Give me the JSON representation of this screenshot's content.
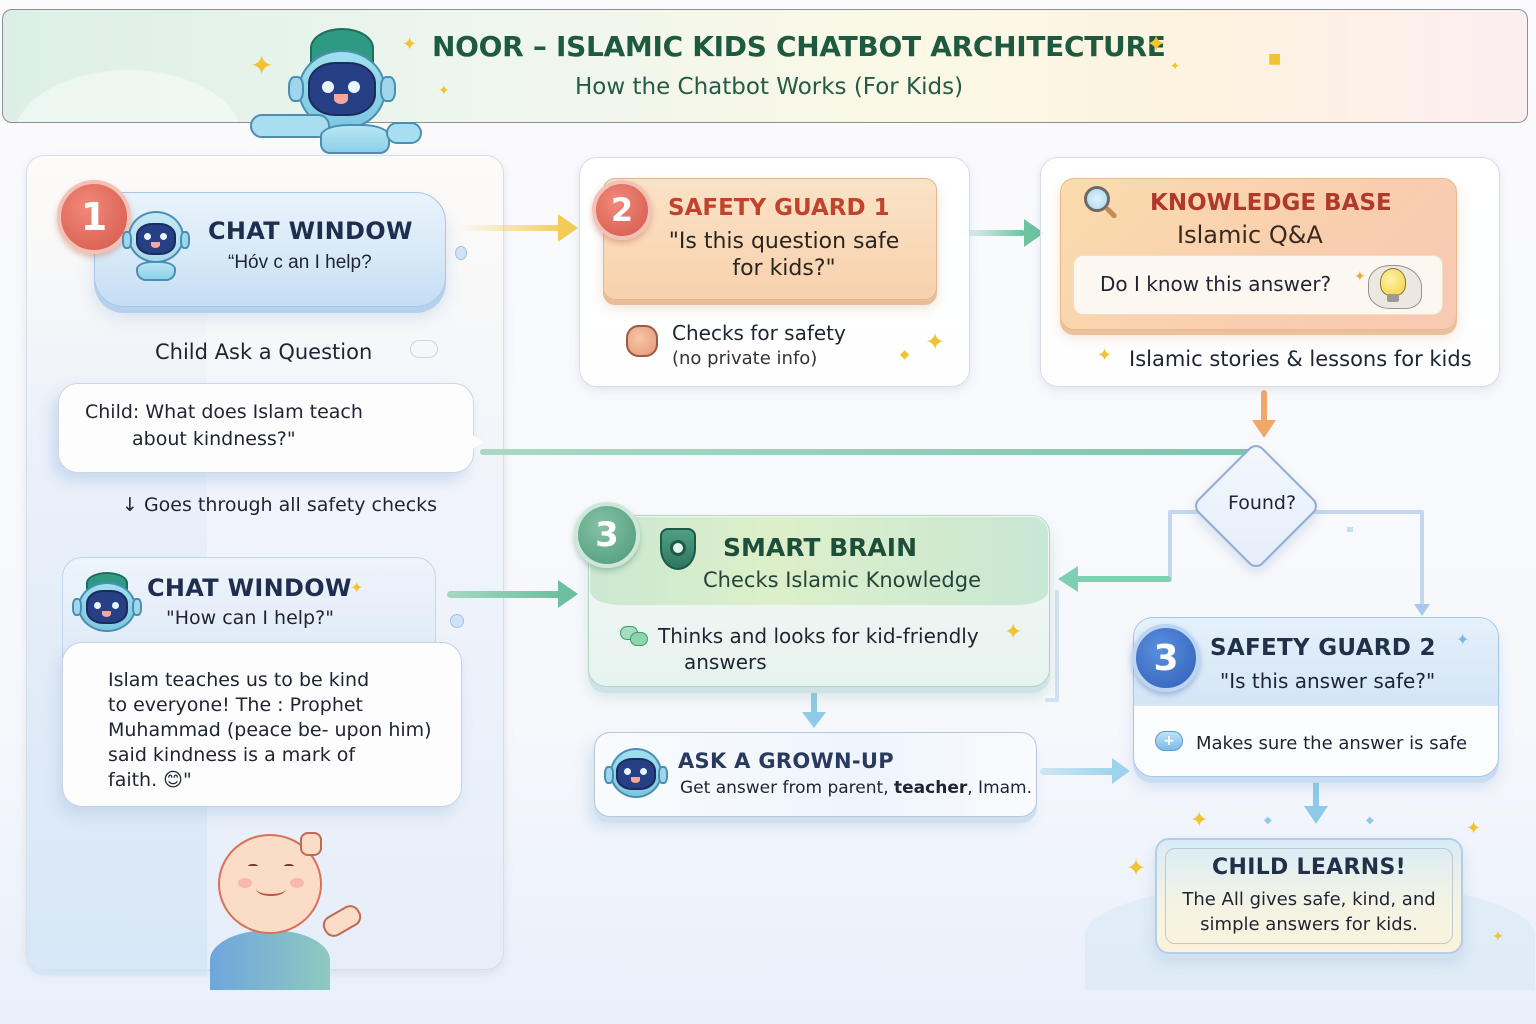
{
  "header": {
    "title": "NOOR – ISLAMIC KIDS CHATBOT ARCHITECTURE",
    "subtitle": "How the Chatbot Works (For Kids)"
  },
  "step1": {
    "badge": "1",
    "chat_window": {
      "title": "CHAT WINDOW",
      "greeting": "“Hóv c an I help?"
    },
    "caption": "Child Ask a Question",
    "child_bubble": {
      "line1": "Child:  What does Islam teach",
      "line2": "about kindness?\""
    },
    "flow_note": "↓ Goes through all safety checks",
    "reply_window": {
      "title": "CHAT WINDOW",
      "greeting": "\"How can I help?\"",
      "answer_lines": [
        "Islam teaches us to be kind",
        "to everyone! The : Prophet",
        "Muhammad (peace be- upon him)",
        "said kindness is a mark of",
        "faith.  😊\""
      ]
    }
  },
  "safety_guard_1": {
    "badge": "2",
    "title": "SAFETY GUARD 1",
    "question_line1": "\"Is this question safe",
    "question_line2": "for kids?\"",
    "note_line1": "Checks for safety",
    "note_line2": "(no private info)",
    "icon": "shield-badge-icon"
  },
  "knowledge_base": {
    "title": "KNOWLEDGE BASE",
    "subtitle": "Islamic Q&A",
    "question": "Do I know this answer?",
    "note": "Islamic stories & lessons for kids",
    "icons": [
      "magnifier-icon",
      "lightbulb-icon"
    ]
  },
  "decision": {
    "label": "Found?"
  },
  "smart_brain": {
    "badge": "3",
    "title": "SMART BRAIN",
    "subtitle": "Checks Islamic Knowledge",
    "note_line1": "Thinks and looks for kid-friendly",
    "note_line2": "answers",
    "icons": [
      "shield-icon",
      "chat-bubbles-icon"
    ]
  },
  "ask_grown_up": {
    "title": "ASK A GROWN-UP",
    "desc_prefix": "Get answer from parent, ",
    "desc_bold": "teacher",
    "desc_suffix": ", Imam."
  },
  "safety_guard_2": {
    "badge": "3",
    "title": "SAFETY GUARD 2",
    "question": "\"Is this answer safe?\"",
    "note": "Makes sure the answer is safe",
    "icon": "plus-bubble-icon"
  },
  "child_learns": {
    "title": "CHILD LEARNS!",
    "line1": "The All gives safe, kind, and",
    "line2": "simple answers for kids."
  },
  "colors": {
    "title_green": "#1e5a3f",
    "navy": "#1f2d4e",
    "guard_red": "#c0432e",
    "kb_red": "#b0392c",
    "smart_green": "#1d4f3a",
    "arrow_yellow": "#f4cc55",
    "arrow_green": "#6cc3a0",
    "arrow_orange": "#f1a766",
    "arrow_blue": "#8fcbe8",
    "connector_blue": "#b9d2ee"
  }
}
